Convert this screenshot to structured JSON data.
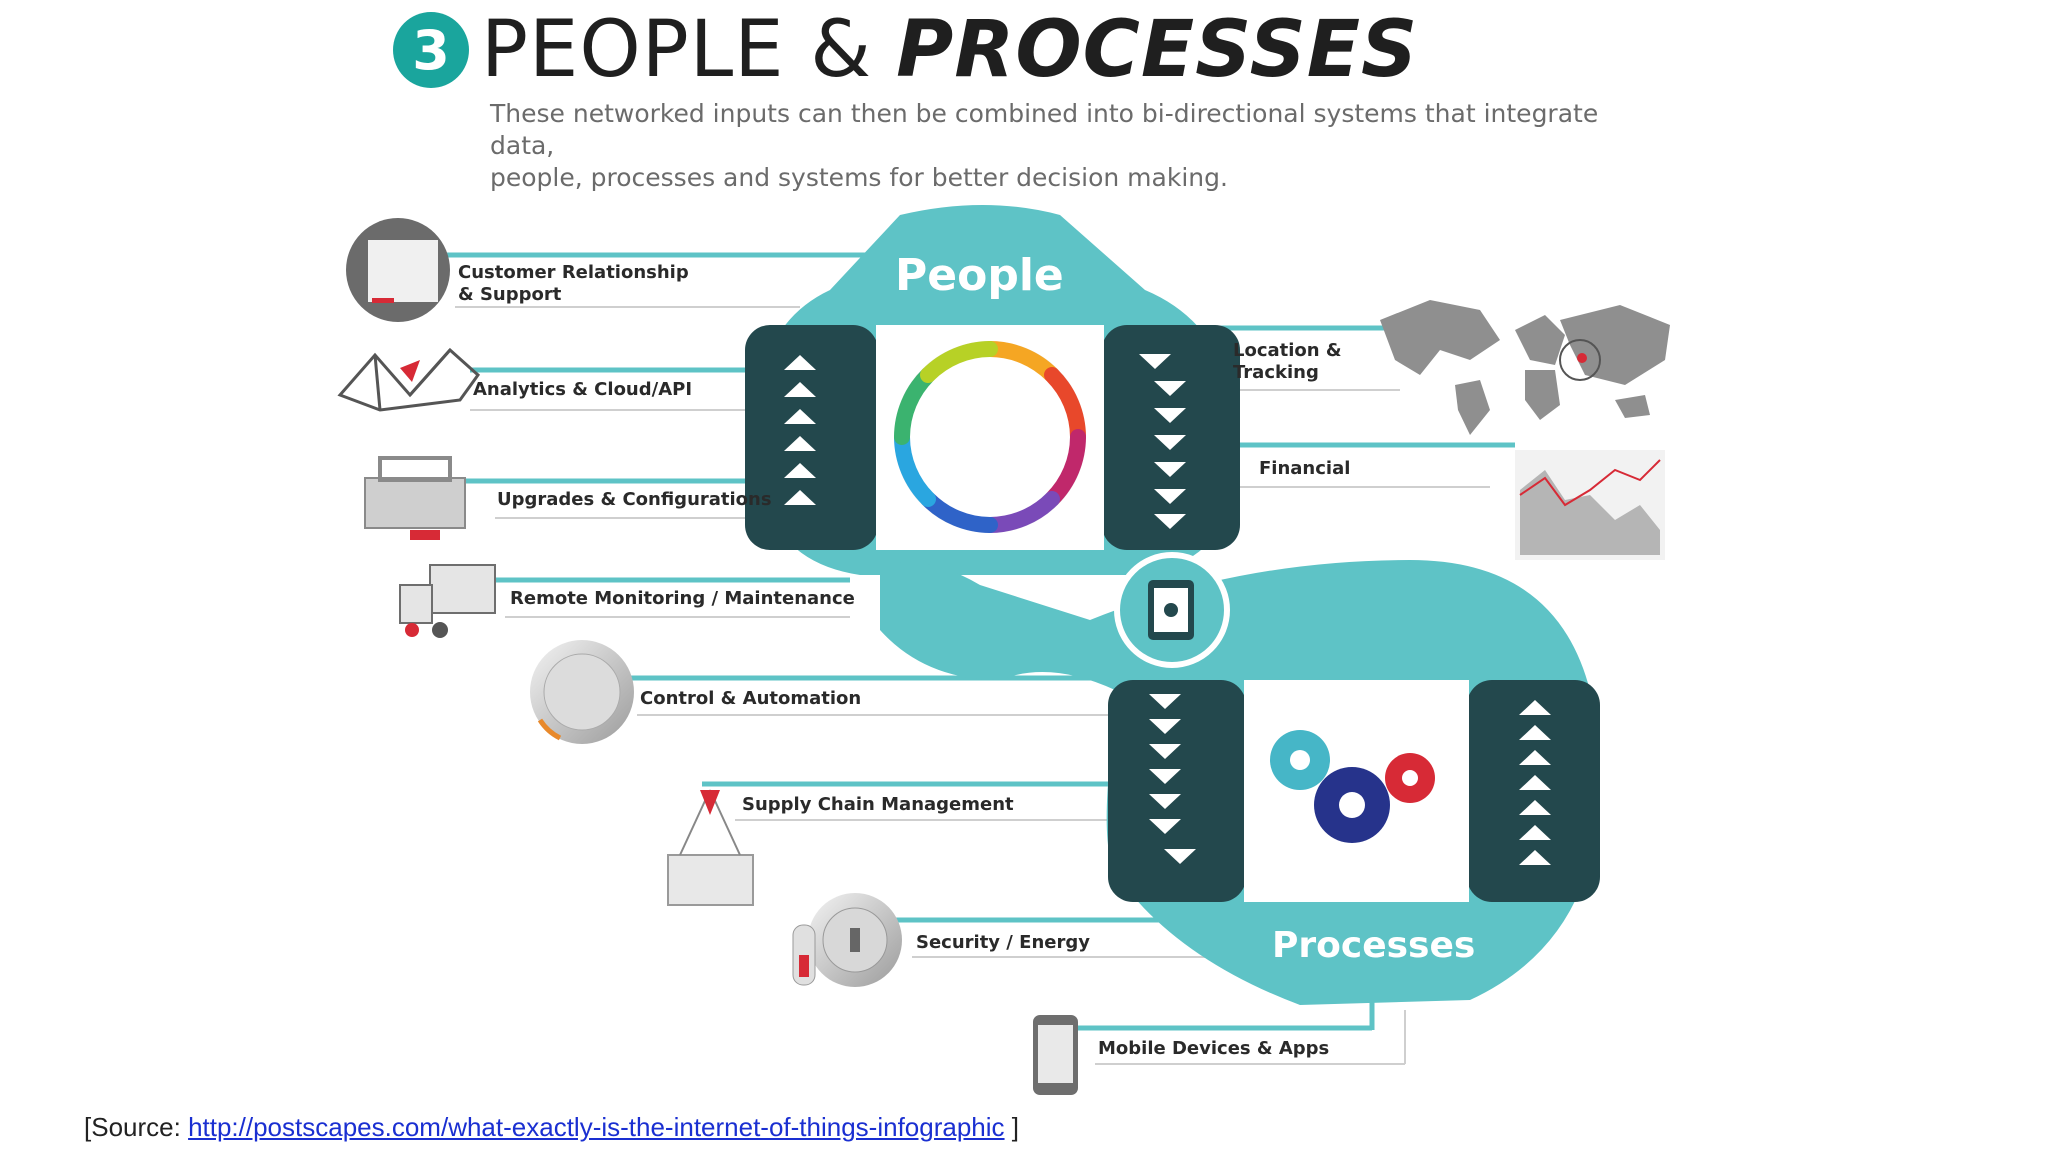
{
  "header": {
    "number": "3",
    "title_main": "PEOPLE &",
    "title_emph": "PROCESSES",
    "subtitle_line1": "These networked inputs can then be combined into bi-directional systems that integrate data,",
    "subtitle_line2": "people, processes and systems for better decision making."
  },
  "diagram": {
    "people_label": "People",
    "processes_label": "Processes",
    "left_items": [
      {
        "line1": "Customer Relationship",
        "line2": "& Support"
      },
      {
        "line1": "Analytics & Cloud/API"
      },
      {
        "line1": "Upgrades & Configurations"
      },
      {
        "line1": "Remote Monitoring / Maintenance"
      },
      {
        "line1": "Control & Automation"
      },
      {
        "line1": "Supply Chain Management"
      },
      {
        "line1": "Security / Energy"
      },
      {
        "line1": "Mobile Devices & Apps"
      }
    ],
    "right_items": [
      {
        "line1": "Location &",
        "line2": "Tracking"
      },
      {
        "line1": "Financial"
      }
    ]
  },
  "colors": {
    "teal": "#5ec3c6",
    "teal_dark": "#1aa59d",
    "panel_dark": "#23484d",
    "accent_red": "#d72a36"
  },
  "footer": {
    "prefix": "[Source: ",
    "link": "http://postscapes.com/what-exactly-is-the-internet-of-things-infographic",
    "suffix": " ]"
  }
}
